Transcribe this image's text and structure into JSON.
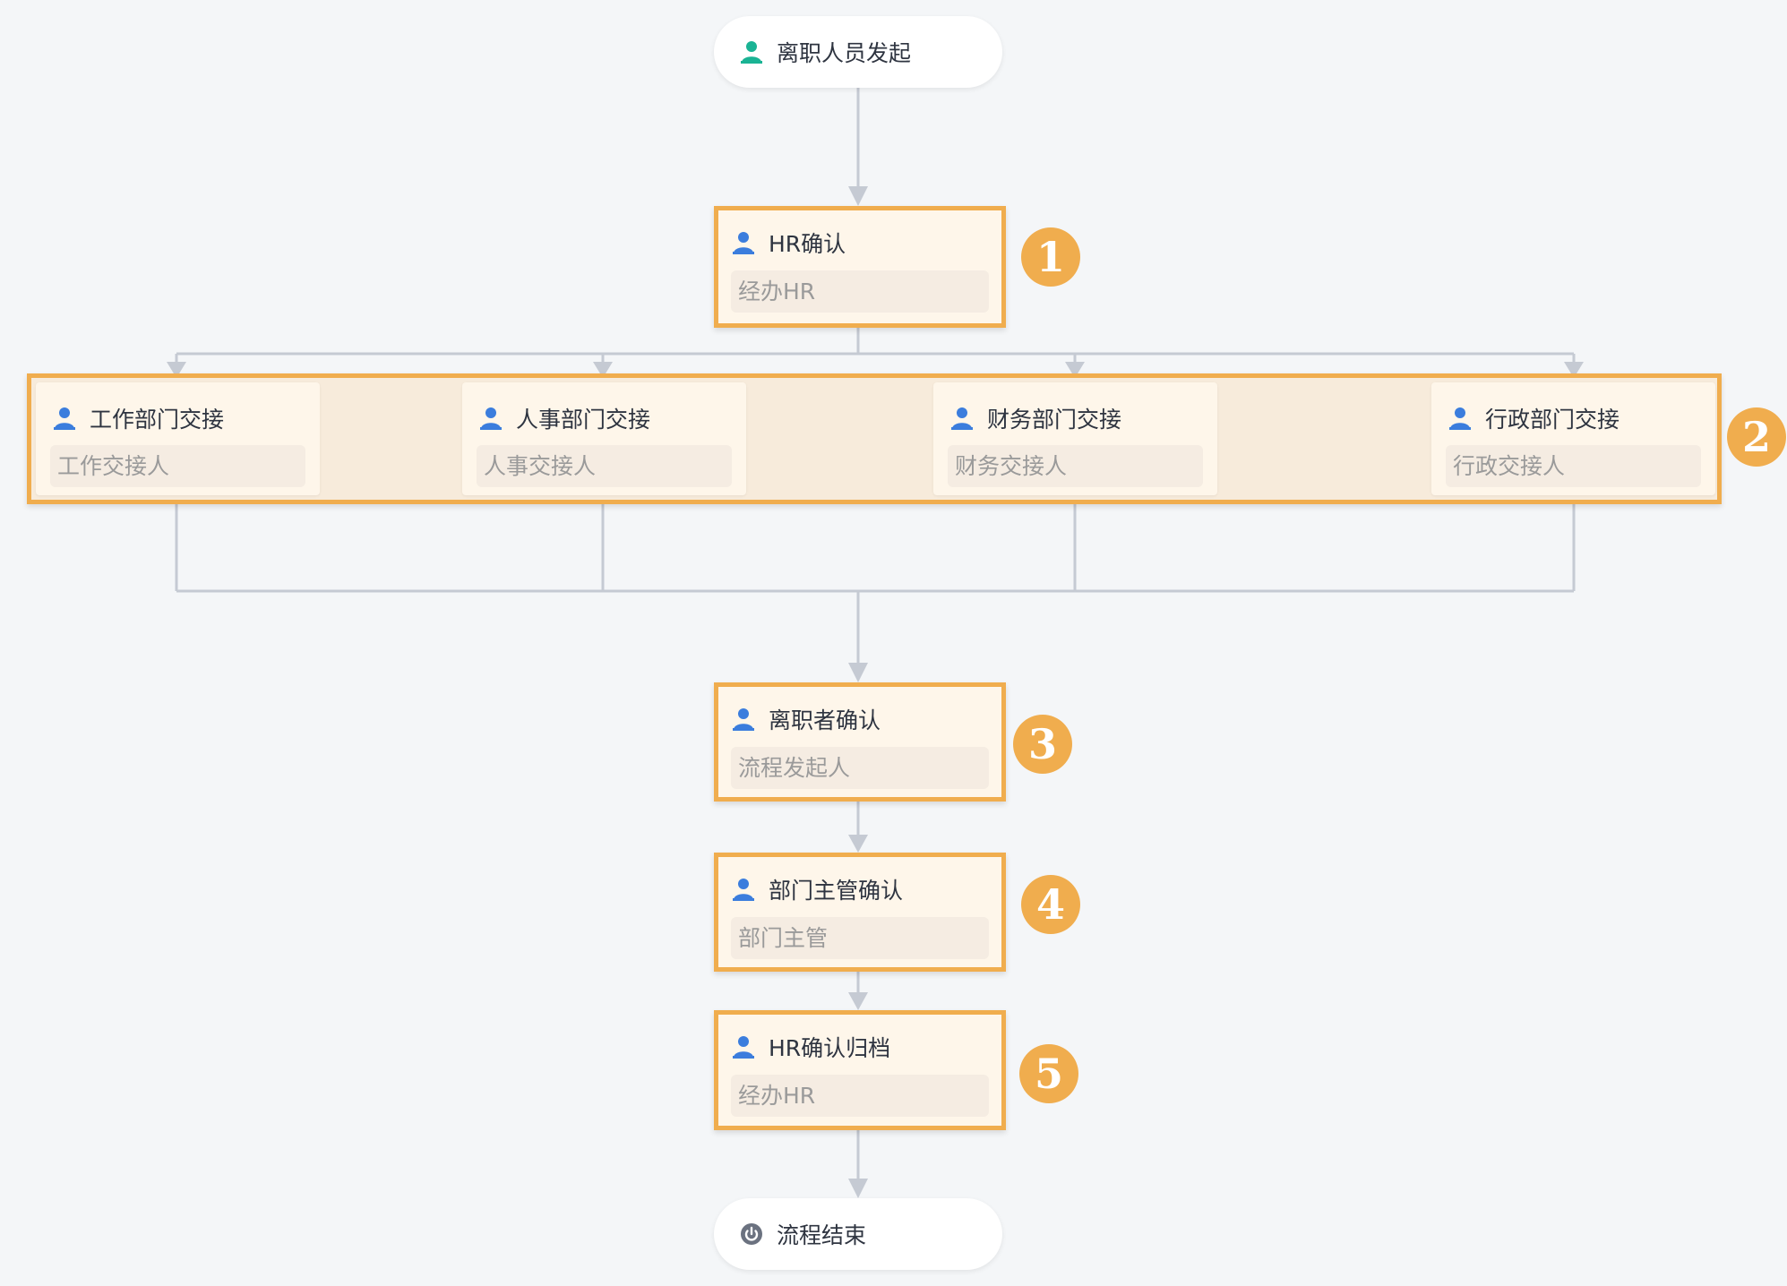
{
  "colors": {
    "accent": "#f0ad4e",
    "connector": "#c5cad3",
    "start_icon": "#1ab394",
    "node_icon": "#3b7ddd",
    "end_icon": "#6b7280"
  },
  "start": {
    "label": "离职人员发起",
    "icon": "user-icon"
  },
  "steps": [
    {
      "title": "HR确认",
      "sub": "经办HR",
      "badge": "1",
      "icon": "user-icon"
    },
    {
      "badge": "2",
      "branches": [
        {
          "title": "工作部门交接",
          "sub": "工作交接人",
          "icon": "user-icon"
        },
        {
          "title": "人事部门交接",
          "sub": "人事交接人",
          "icon": "user-icon"
        },
        {
          "title": "财务部门交接",
          "sub": "财务交接人",
          "icon": "user-icon"
        },
        {
          "title": "行政部门交接",
          "sub": "行政交接人",
          "icon": "user-icon"
        }
      ]
    },
    {
      "title": "离职者确认",
      "sub": "流程发起人",
      "badge": "3",
      "icon": "user-icon"
    },
    {
      "title": "部门主管确认",
      "sub": "部门主管",
      "badge": "4",
      "icon": "user-icon"
    },
    {
      "title": "HR确认归档",
      "sub": "经办HR",
      "badge": "5",
      "icon": "user-icon"
    }
  ],
  "end": {
    "label": "流程结束",
    "icon": "power-icon"
  }
}
